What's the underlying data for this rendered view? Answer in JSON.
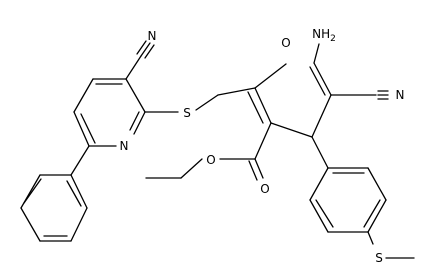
{
  "molecule": {
    "atom_labels": {
      "cn1_n": "N",
      "pyr_n": "N",
      "s_thio": "S",
      "o_ring": "O",
      "nh2": "NH2",
      "cn2_n": "N",
      "o_carbonyl": "O",
      "o_ester": "O",
      "s_methyl": "S"
    }
  }
}
